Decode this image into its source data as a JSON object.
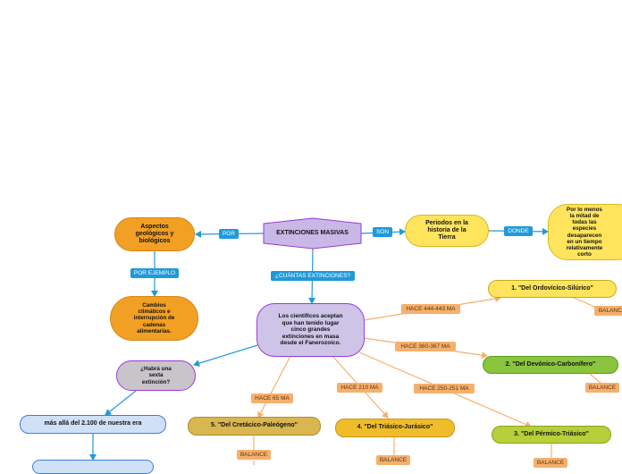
{
  "colors": {
    "connector_blue": "#1f9ad8",
    "connector_orange": "#f5b06d",
    "root_fill": "#c9b8e6",
    "root_border": "#9c3bd6",
    "yellow": "#ffe45c",
    "orange": "#f2a024",
    "green": "#8bc43f",
    "gold": "#d9b64f",
    "lime": "#b6cf3a",
    "lavender": "#cdc4e8",
    "light_blue": "#cfe0f7"
  },
  "nodes": {
    "root": "EXTINCIONES MASIVAS",
    "periods": "Periodos en la historia de la Tierra",
    "definition": "Por lo menos la mitad de todas las especies desaparecen en un tiempo relativamente corto",
    "aspects": "Aspectos geológicos y biológicos",
    "causes": "Cambios climáticos e interrupción de cadenas alimentarias.",
    "scientists": "Los científicos aceptan que han tenido lugar cinco grandes extinciones en masa desde el Fanerozoico.",
    "sixth": "¿Habrá una sexta extinción?",
    "beyond": "más allá del 2.100 de nuestra era",
    "ordovician": "1. \"Del Ordovícico-Silúrico\"",
    "devonian": "2. \"Del Devónico-Carbonífero\"",
    "permian": "3. \"Del Pérmico-Triásico\"",
    "triassic": "4. \"Del Triásico-Jurásico\"",
    "cretaceous": "5. \"Del Cretácico-Paleógeno\""
  },
  "labels": {
    "son": "SON",
    "donde": "DONDE",
    "por": "POR",
    "por_ejemplo": "POR EJEMPLO",
    "cuantas": "¿CUÁNTAS EXTINCIONES?",
    "hace_444": "HACE 444-443 MA",
    "hace_360": "HACE 360-367 MA",
    "hace_250": "HACE 250-251 MA",
    "hace_210": "HACE 210 MA",
    "hace_65": "HACE 65 MA",
    "balance": "BALANCE"
  }
}
